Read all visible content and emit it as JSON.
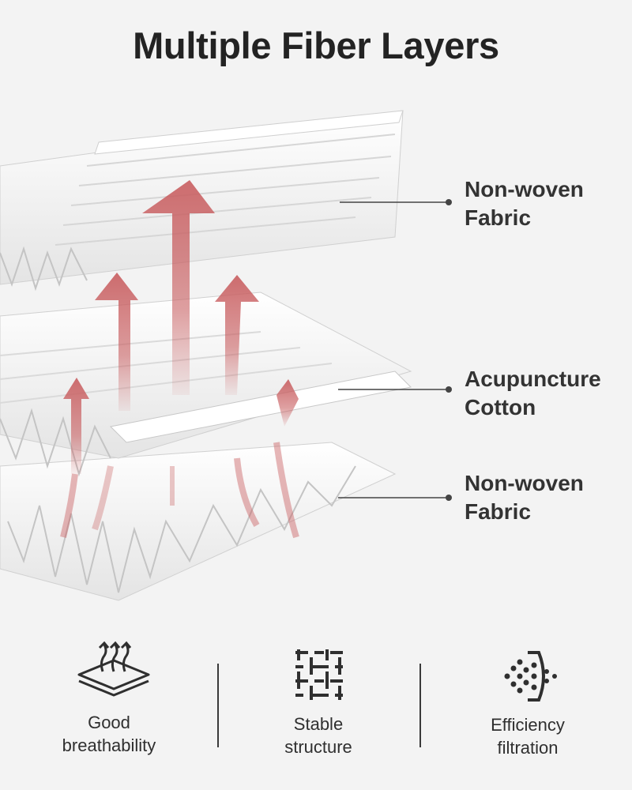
{
  "title": "Multiple Fiber Layers",
  "layers": [
    {
      "line1": "Non-woven",
      "line2": "Fabric"
    },
    {
      "line1": "Acupuncture",
      "line2": "Cotton"
    },
    {
      "line1": "Non-woven",
      "line2": "Fabric"
    }
  ],
  "features": [
    {
      "icon": "breathability-layers-icon",
      "line1": "Good",
      "line2": "breathability"
    },
    {
      "icon": "stable-structure-grid-icon",
      "line1": "Stable",
      "line2": "structure"
    },
    {
      "icon": "filtration-particles-icon",
      "line1": "Efficiency",
      "line2": "filtration"
    }
  ],
  "colors": {
    "arrow": "#c96062",
    "fiber": "#ffffff",
    "fiber_shadow": "#c9c9c9",
    "text": "#2b2b2b",
    "background": "#f3f3f3"
  }
}
